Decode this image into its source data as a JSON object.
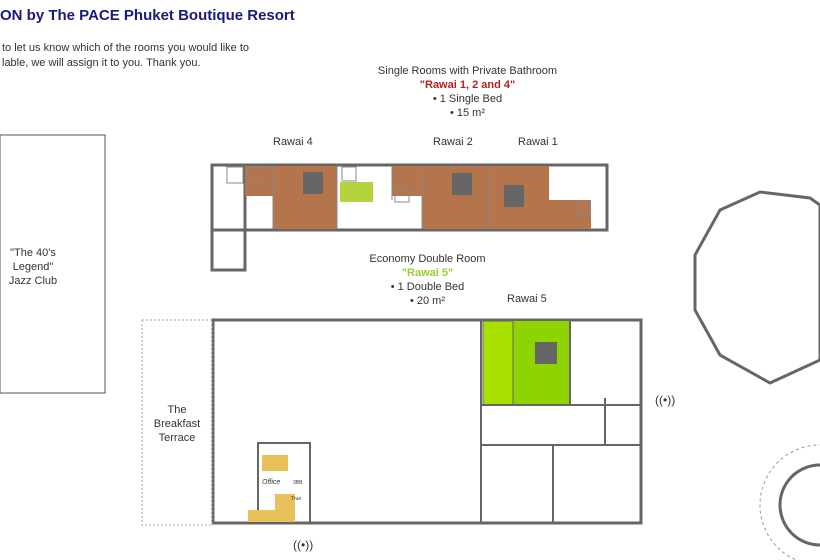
{
  "title": "ON by The PACE Phuket Boutique Resort",
  "intro": [
    "to let us know which of the rooms you would like to",
    "lable,  we will assign it to you. Thank you."
  ],
  "single": {
    "heading": "Single Rooms with Private Bathroom",
    "name": "\"Rawai 1, 2 and 4\"",
    "bed": "• 1 Single Bed",
    "size": "• 15 m²",
    "name_color": "#b22222"
  },
  "economy": {
    "heading": "Economy Double Room",
    "name": "\"Rawai 5\"",
    "bed": "• 1 Double Bed",
    "size": "• 20 m²",
    "name_color": "#9acd32"
  },
  "room_labels": {
    "r4": "Rawai 4",
    "r2": "Rawai 2",
    "r1": "Rawai 1",
    "r5": "Rawai 5"
  },
  "places": {
    "jazz": [
      "\"The 40's",
      "Legend\"",
      "Jazz Club"
    ],
    "terrace": [
      "The",
      "Breakfast",
      "Terrace"
    ],
    "office": "Office",
    "small1": "3BB",
    "small2": "True"
  },
  "colors": {
    "room_brown": "#b5754c",
    "room_green": "#8fd400",
    "desk": "#e8c15a"
  }
}
